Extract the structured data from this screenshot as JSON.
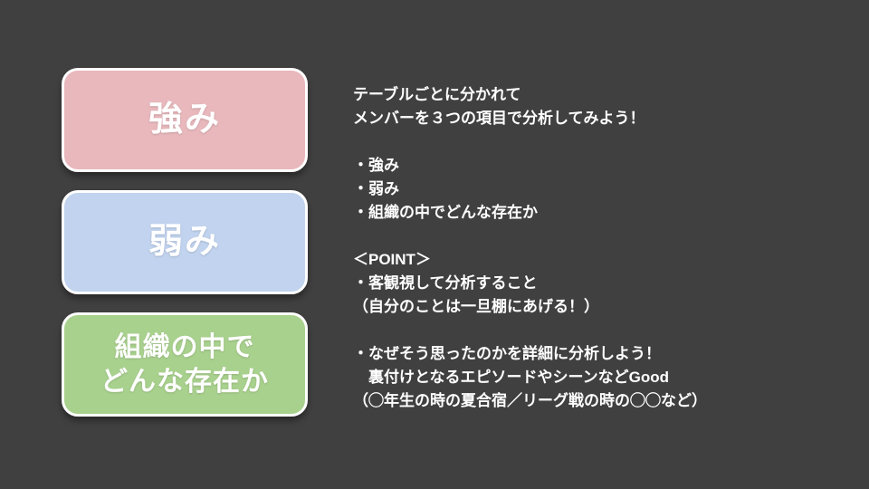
{
  "slide": {
    "background_color": "#404040",
    "boxes": [
      {
        "name": "strengths",
        "label": "強み",
        "color": "#e8b8bc"
      },
      {
        "name": "weaknesses",
        "label": "弱み",
        "color": "#c1d3ee"
      },
      {
        "name": "role-in-organization",
        "label": "組織の中で\nどんな存在か",
        "color": "#a9d18e"
      }
    ],
    "body": {
      "paragraphs": [
        {
          "lines": [
            "テーブルごとに分かれて",
            "メンバーを３つの項目で分析してみよう！"
          ]
        },
        {
          "lines": [
            "・強み",
            "・弱み",
            "・組織の中でどんな存在か"
          ]
        },
        {
          "lines": [
            "＜POINT＞",
            "・客観視して分析すること",
            "（自分のことは一旦棚にあげる！）"
          ]
        },
        {
          "lines": [
            "・なぜそう思ったのかを詳細に分析しよう！",
            "　裏付けとなるエピソードやシーンなどGood",
            "（◯年生の時の夏合宿／リーグ戦の時の◯◯など）"
          ]
        }
      ]
    }
  }
}
